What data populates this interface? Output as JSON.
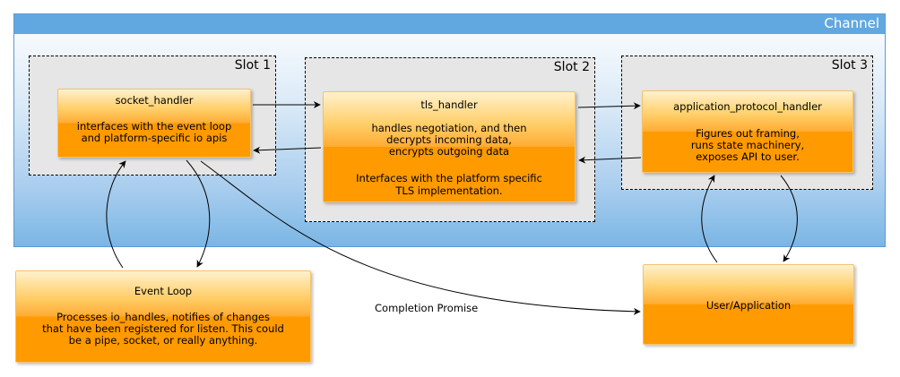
{
  "channel": {
    "title": "Channel"
  },
  "slots": [
    {
      "label": "Slot 1"
    },
    {
      "label": "Slot 2"
    },
    {
      "label": "Slot 3"
    }
  ],
  "nodes": {
    "socket_handler": {
      "title": "socket_handler",
      "body": [
        "interfaces with the event loop",
        "and platform-specific io apis"
      ]
    },
    "tls_handler": {
      "title": "tls_handler",
      "body": [
        "handles negotiation, and then",
        "decrypts incoming data,",
        "encrypts outgoing data",
        "",
        "Interfaces with the platform specific",
        "TLS implementation."
      ]
    },
    "application_protocol_handler": {
      "title": "application_protocol_handler",
      "body": [
        "Figures out framing,",
        "runs state machinery,",
        "exposes API to user."
      ]
    },
    "event_loop": {
      "title": "Event Loop",
      "body": [
        "Processes io_handles, notifies of changes",
        "that have been registered for listen. This could",
        "be a pipe, socket, or really anything."
      ]
    },
    "user_application": {
      "title": "User/Application"
    }
  },
  "edges": {
    "completion_promise_label": "Completion Promise"
  },
  "colors": {
    "channel_bar": "#62a8e0",
    "node_orange": "#ff9a00",
    "slot_fill": "#e6e6e6"
  }
}
